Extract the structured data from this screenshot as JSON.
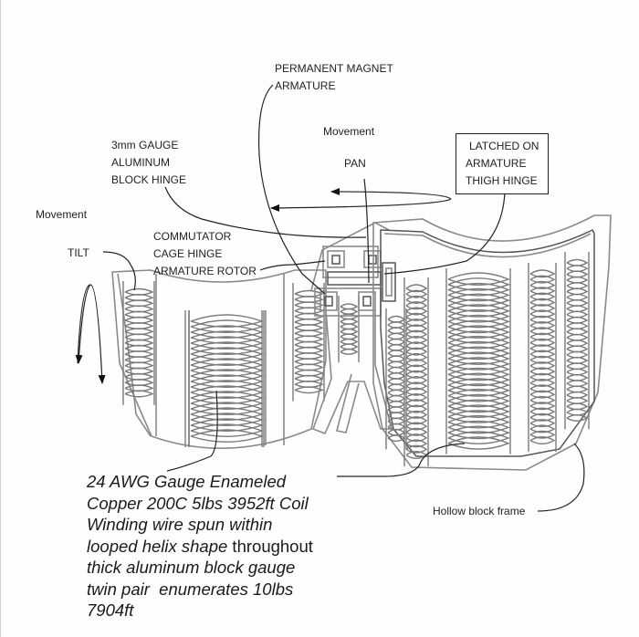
{
  "diagram": {
    "labels": {
      "permanent_magnet": [
        "PERMANENT MAGNET",
        "ARMATURE"
      ],
      "aluminum_hinge": [
        "3mm GAUGE",
        "ALUMINUM",
        "BLOCK HINGE"
      ],
      "movement_pan_title": "Movement",
      "movement_pan": "PAN",
      "latched_hinge": [
        "LATCHED ON",
        "ARMATURE",
        "THIGH HINGE"
      ],
      "movement_tilt_title": "Movement",
      "movement_tilt": "TILT",
      "commutator": [
        "COMMUTATOR",
        "CAGE HINGE",
        "ARMATURE ROTOR"
      ],
      "hollow_frame": "Hollow block frame"
    },
    "caption": {
      "italic_1": "24 AWG Gauge Enameled",
      "italic_2": "Copper 200C 5lbs 3952ft Coil",
      "italic_3": "Winding wire spun within",
      "italic_4a": "looped helix shape",
      "upright_4b": " throughout",
      "italic_5": "thick aluminum block gauge",
      "italic_6": "twin pair  enumerates 10lbs",
      "italic_7": "7904ft"
    }
  }
}
